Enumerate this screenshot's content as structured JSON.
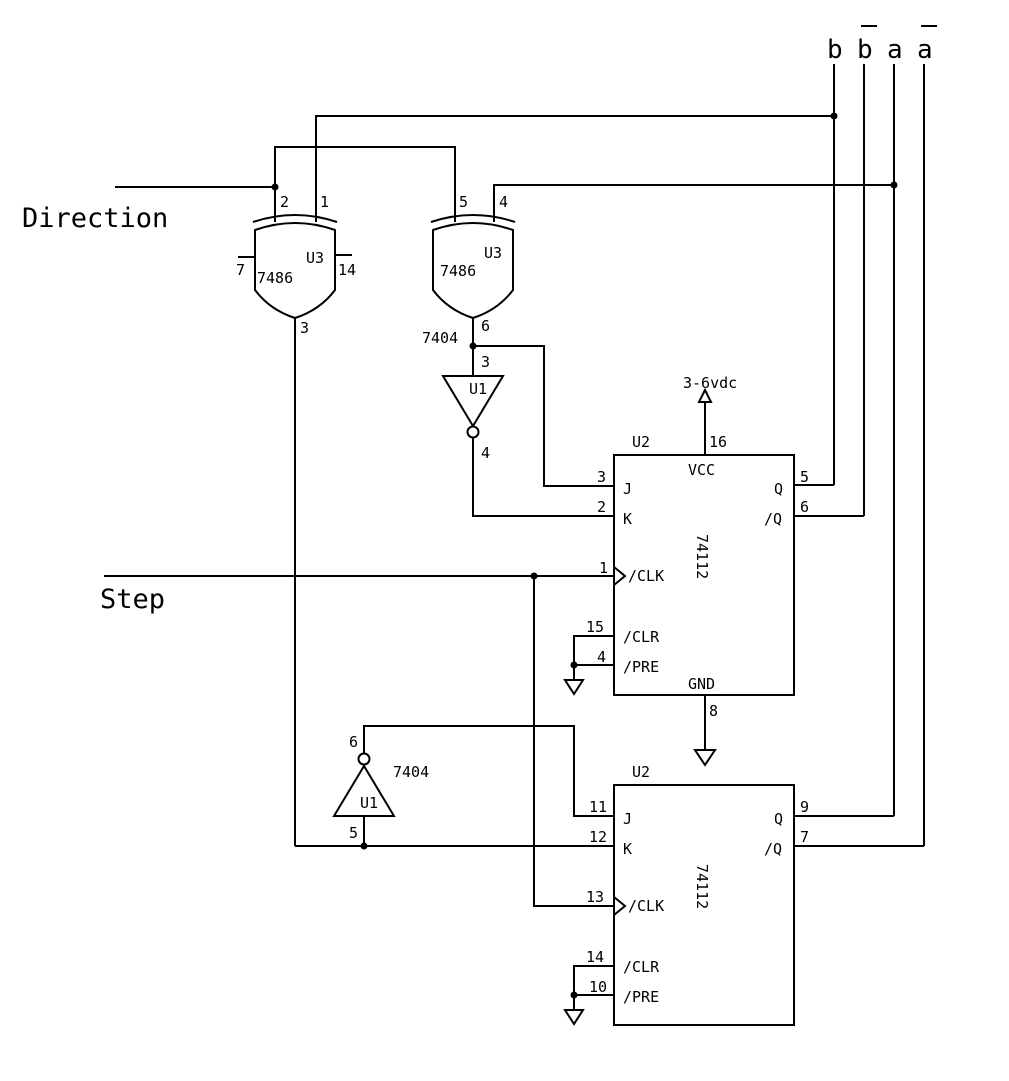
{
  "inputs": {
    "direction": "Direction",
    "step": "Step"
  },
  "outputs": {
    "b": "b",
    "b_bar": "b",
    "a": "a",
    "a_bar": "a"
  },
  "xor_left": {
    "part": "7486",
    "ref": "U3",
    "pin_in1": "2",
    "pin_in2": "1",
    "pin_out": "3",
    "pin_gnd": "7",
    "pin_vcc": "14"
  },
  "xor_right": {
    "part": "7486",
    "ref": "U3",
    "pin_in1": "5",
    "pin_in2": "4",
    "pin_out": "6"
  },
  "inv_top": {
    "part": "7404",
    "ref": "U1",
    "pin_in": "3",
    "pin_out": "4"
  },
  "inv_bottom": {
    "part": "7404",
    "ref": "U1",
    "pin_in": "5",
    "pin_out": "6"
  },
  "ff_top": {
    "ref": "U2",
    "part": "74112",
    "vcc_label": "VCC",
    "gnd_label": "GND",
    "pin_vcc": "16",
    "pin_gnd": "8",
    "pin_j": "3",
    "pin_k": "2",
    "pin_clk": "1",
    "pin_clr": "15",
    "pin_pre": "4",
    "pin_q": "5",
    "pin_qbar": "6",
    "j": "J",
    "k": "K",
    "clk": "/CLK",
    "clr": "/CLR",
    "pre": "/PRE",
    "q": "Q",
    "qbar": "/Q"
  },
  "ff_bottom": {
    "ref": "U2",
    "part": "74112",
    "pin_j": "11",
    "pin_k": "12",
    "pin_clk": "13",
    "pin_clr": "14",
    "pin_pre": "10",
    "pin_q": "9",
    "pin_qbar": "7",
    "j": "J",
    "k": "K",
    "clk": "/CLK",
    "clr": "/CLR",
    "pre": "/PRE",
    "q": "Q",
    "qbar": "/Q"
  },
  "supply": "3-6vdc"
}
